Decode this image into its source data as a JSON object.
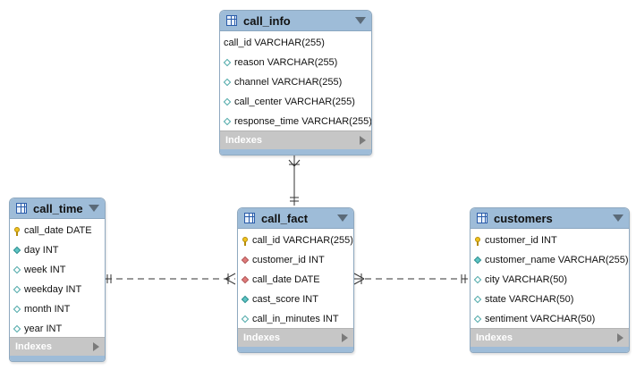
{
  "tables": [
    {
      "id": "call_info",
      "name": "call_info",
      "columns": [
        {
          "text": "call_id VARCHAR(255)",
          "icon": "none"
        },
        {
          "text": "reason VARCHAR(255)",
          "icon": "attribute-diamond-icon"
        },
        {
          "text": "channel VARCHAR(255)",
          "icon": "attribute-diamond-icon"
        },
        {
          "text": "call_center VARCHAR(255)",
          "icon": "attribute-diamond-icon"
        },
        {
          "text": "response_time VARCHAR(255)",
          "icon": "attribute-diamond-icon"
        }
      ],
      "indexes_label": "Indexes"
    },
    {
      "id": "call_time",
      "name": "call_time",
      "columns": [
        {
          "text": "call_date DATE",
          "icon": "primary-key-icon"
        },
        {
          "text": "day INT",
          "icon": "not-null-diamond-icon"
        },
        {
          "text": "week INT",
          "icon": "attribute-diamond-icon"
        },
        {
          "text": "weekday INT",
          "icon": "attribute-diamond-icon"
        },
        {
          "text": "month INT",
          "icon": "attribute-diamond-icon"
        },
        {
          "text": "year INT",
          "icon": "attribute-diamond-icon"
        }
      ],
      "indexes_label": "Indexes"
    },
    {
      "id": "call_fact",
      "name": "call_fact",
      "columns": [
        {
          "text": "call_id VARCHAR(255)",
          "icon": "primary-key-icon"
        },
        {
          "text": "customer_id INT",
          "icon": "foreign-key-diamond-icon"
        },
        {
          "text": "call_date DATE",
          "icon": "foreign-key-diamond-icon"
        },
        {
          "text": "cast_score INT",
          "icon": "not-null-diamond-icon"
        },
        {
          "text": "call_in_minutes INT",
          "icon": "attribute-diamond-icon"
        }
      ],
      "indexes_label": "Indexes"
    },
    {
      "id": "customers",
      "name": "customers",
      "columns": [
        {
          "text": "customer_id INT",
          "icon": "primary-key-icon"
        },
        {
          "text": "customer_name VARCHAR(255)",
          "icon": "not-null-diamond-icon"
        },
        {
          "text": "city VARCHAR(50)",
          "icon": "attribute-diamond-icon"
        },
        {
          "text": "state VARCHAR(50)",
          "icon": "attribute-diamond-icon"
        },
        {
          "text": "sentiment VARCHAR(50)",
          "icon": "attribute-diamond-icon"
        }
      ],
      "indexes_label": "Indexes"
    }
  ],
  "relationships": [
    {
      "from": "call_fact",
      "to": "call_info",
      "style": "solid",
      "notation": "one-to-many"
    },
    {
      "from": "call_fact",
      "to": "call_time",
      "style": "dashed",
      "notation": "one-to-many"
    },
    {
      "from": "call_fact",
      "to": "customers",
      "style": "dashed",
      "notation": "one-to-many"
    }
  ],
  "colors": {
    "header": "#9ebcd8",
    "indexes_bar": "#c6c6c6",
    "line": "#333333"
  }
}
